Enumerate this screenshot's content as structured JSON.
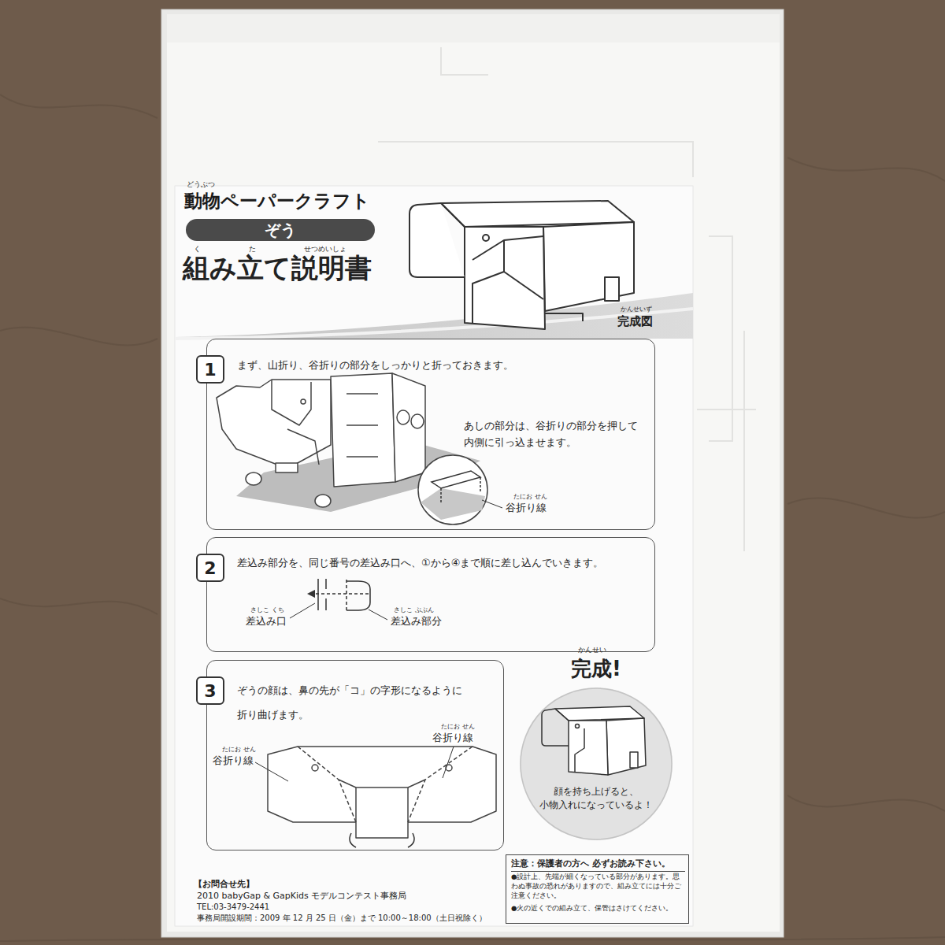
{
  "diagram": {
    "title": "動物ペーパークラフト",
    "nodes": [
      {
        "text": [
          "ぞう"
        ]
      },
      {
        "text": [
          "まず、山折り、谷折りの部分をしっかりと折っておきます。",
          "あしの部分は、谷折りの部分を押して 内側に引っ込ませます。"
        ]
      },
      {
        "text": [
          "1"
        ],
        "in": 1
      },
      {
        "text": [
          "差込み部分を、同じ番号の差込み口へ、①から④まで順に差し込んでいきます。"
        ]
      },
      {
        "text": [
          "2"
        ],
        "in": 3
      },
      {
        "text": [
          "ぞうの顔は、鼻の先が「コ」の字形になるように 折り曲げます。"
        ]
      },
      {
        "text": [
          "3"
        ],
        "in": 5
      },
      {
        "text": [
          "完成!",
          "顔を持ち上げると、 小物入れになっているよ！"
        ]
      },
      {
        "text": [
          "注意：保護者の方へ 必ずお読み下さい。",
          "●設計上、先端が細くなっている部分があります。思わぬ事故の恐れがありますので、組み立てには十分ご注意ください。",
          "●火の近くでの組み立て、保管はさけてください。"
        ]
      }
    ],
    "labels": [
      "どうぶつ",
      "く た せつめいしょ",
      "組み立て説明書",
      "かんせいず",
      "完成図",
      "たにお せん",
      "谷折り線",
      "さしこ くち",
      "差込み口",
      "さしこ ぶぶん",
      "差込み部分",
      "たにお せん",
      "谷折り線",
      "たにお せん",
      "谷折り線",
      "かんせい",
      "【お問合せ先】",
      "2010 babyGap & GapKids モデルコンテスト事務局",
      "TEL:03-3479-2441",
      "事務局開設期間：2009 年 12 月 25 日（金）まで 10:00～18:00（土日祝除く）"
    ]
  }
}
